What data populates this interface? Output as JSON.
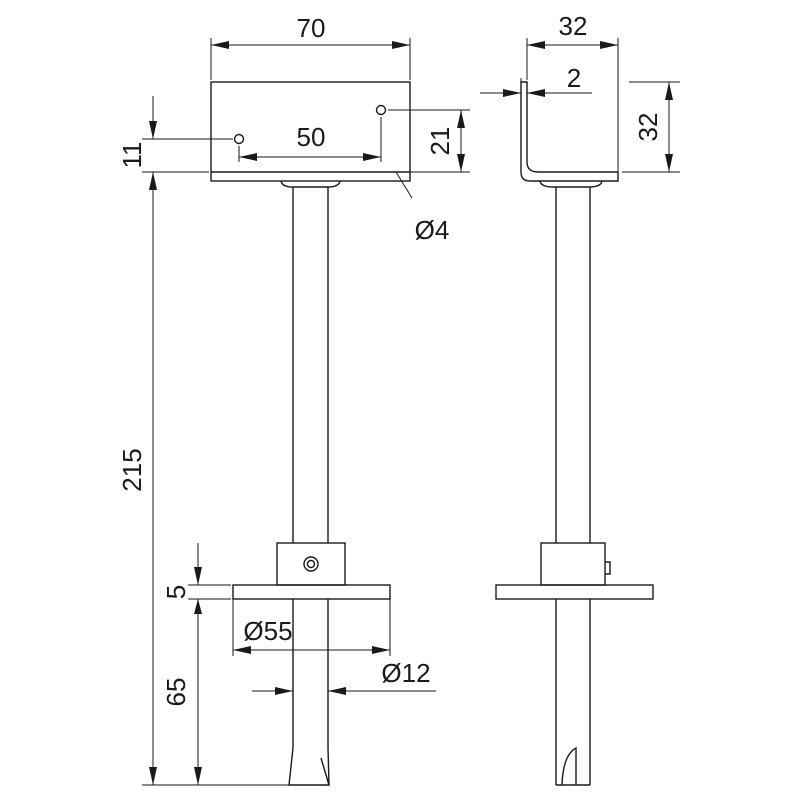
{
  "dimensions": {
    "plate_width": "70",
    "hole_spacing": "50",
    "hole_offset_bottom": "11",
    "hole_offset_right": "21",
    "hole_diameter": "Ø4",
    "side_width": "32",
    "side_height": "32",
    "plate_thickness": "2",
    "total_length": "215",
    "disc_thickness": "5",
    "disc_diameter": "Ø55",
    "rod_diameter": "Ø12",
    "bottom_length": "65"
  }
}
